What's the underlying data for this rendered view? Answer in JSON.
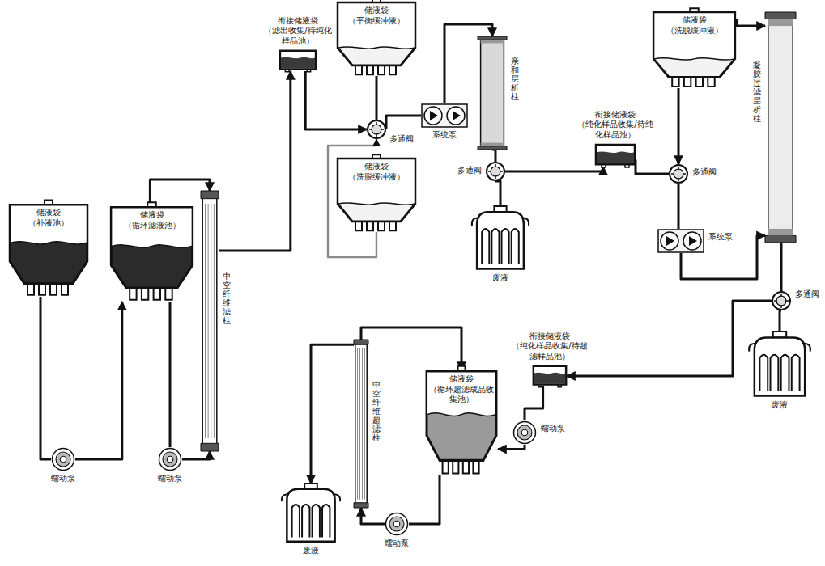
{
  "diagram": {
    "nodes": [
      {
        "text": [
          "储液袋",
          "（补液池）"
        ]
      },
      {
        "text": [
          "蠕动泵"
        ]
      },
      {
        "text": [
          "储液袋",
          "（循环滤液池）"
        ]
      },
      {
        "text": [
          "蠕动泵"
        ]
      },
      {
        "text": [
          "中空纤维滤柱"
        ]
      },
      {
        "text": [
          "衔接储液袋",
          "（滤出收集/待纯化样品池）"
        ]
      },
      {
        "text": [
          "储液袋",
          "（平衡缓冲液）"
        ]
      },
      {
        "text": [
          "多通阀"
        ]
      },
      {
        "text": [
          "储液袋",
          "（洗脱缓冲液）"
        ]
      },
      {
        "text": [
          "系统泵"
        ]
      },
      {
        "text": [
          "亲和层析柱"
        ]
      },
      {
        "text": [
          "多通阀"
        ]
      },
      {
        "text": [
          "废液"
        ]
      },
      {
        "text": [
          "衔接储液袋",
          "（纯化样品收集/待纯化样品池）"
        ]
      },
      {
        "text": [
          "储液袋",
          "（洗脱缓冲液）"
        ]
      },
      {
        "text": [
          "多通阀"
        ]
      },
      {
        "text": [
          "系统泵"
        ]
      },
      {
        "text": [
          "凝胶过滤层析柱"
        ]
      },
      {
        "text": [
          "多通阀"
        ]
      },
      {
        "text": [
          "废液"
        ]
      },
      {
        "text": [
          "衔接储液袋",
          "（纯化样品收集/待超滤样品池）"
        ]
      },
      {
        "text": [
          "蠕动泵"
        ]
      },
      {
        "text": [
          "储液袋",
          "（循环超滤成品收集池）"
        ]
      },
      {
        "text": [
          "蠕动泵"
        ]
      },
      {
        "text": [
          "中空纤维超滤柱"
        ]
      },
      {
        "text": [
          "废液"
        ]
      }
    ],
    "edges": [
      {
        "from": 0,
        "to": 1,
        "arrow": "none"
      },
      {
        "from": 1,
        "to": 2,
        "arrow": "to"
      },
      {
        "from": 2,
        "to": 3,
        "arrow": "none"
      },
      {
        "from": 3,
        "to": 4,
        "arrow": "to"
      },
      {
        "from": 2,
        "to": 4,
        "arrow": "to"
      },
      {
        "from": 4,
        "to": 5,
        "arrow": "to"
      },
      {
        "from": 5,
        "to": 7,
        "arrow": "to"
      },
      {
        "from": 6,
        "to": 7,
        "arrow": "none"
      },
      {
        "from": 8,
        "to": 7,
        "arrow": "to"
      },
      {
        "from": 7,
        "to": 9,
        "arrow": "none"
      },
      {
        "from": 9,
        "to": 10,
        "arrow": "to"
      },
      {
        "from": 10,
        "to": 11,
        "arrow": "none"
      },
      {
        "from": 11,
        "to": 12,
        "arrow": "none"
      },
      {
        "from": 11,
        "to": 13,
        "arrow": "to"
      },
      {
        "from": 13,
        "to": 15,
        "arrow": "none"
      },
      {
        "from": 14,
        "to": 15,
        "arrow": "to"
      },
      {
        "from": 15,
        "to": 16,
        "arrow": "none"
      },
      {
        "from": 16,
        "to": 17,
        "arrow": "to"
      },
      {
        "from": 14,
        "to": 17,
        "arrow": "to"
      },
      {
        "from": 17,
        "to": 18,
        "arrow": "none"
      },
      {
        "from": 18,
        "to": 19,
        "arrow": "none"
      },
      {
        "from": 18,
        "to": 20,
        "arrow": "to"
      },
      {
        "from": 20,
        "to": 21,
        "arrow": "none"
      },
      {
        "from": 21,
        "to": 22,
        "arrow": "to"
      },
      {
        "from": 22,
        "to": 23,
        "arrow": "none"
      },
      {
        "from": 23,
        "to": 24,
        "arrow": "to"
      },
      {
        "from": 24,
        "to": 22,
        "arrow": "to"
      },
      {
        "from": 24,
        "to": 25,
        "arrow": "to"
      }
    ]
  }
}
